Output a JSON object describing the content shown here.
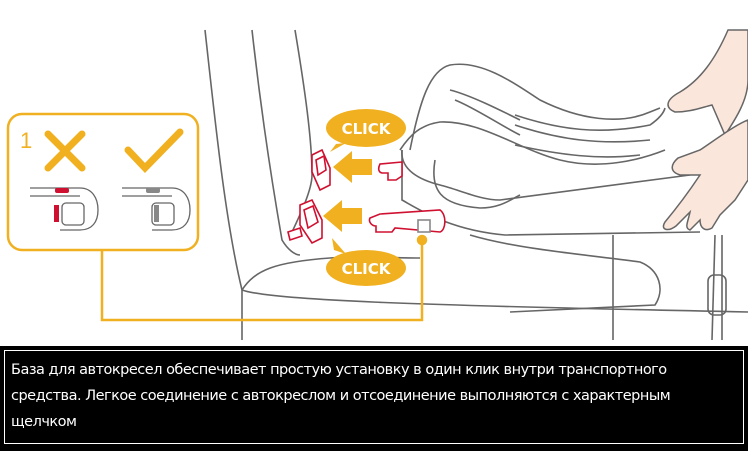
{
  "illustration": {
    "step_number": "1",
    "wrong_mark": "cross-icon",
    "right_mark": "check-icon",
    "click_label_top": "CLICK",
    "click_label_bottom": "CLICK",
    "colors": {
      "accent": "#f0b020",
      "connector_red": "#d01030",
      "line_gray": "#666666",
      "hand": "#fbe6dc"
    }
  },
  "caption": {
    "text": "База для автокресел обеспечивает простую установку в один клик внутри транспортного средства. Легкое соединение с автокреслом и отсоединение выполняются с характерным щелчком"
  }
}
